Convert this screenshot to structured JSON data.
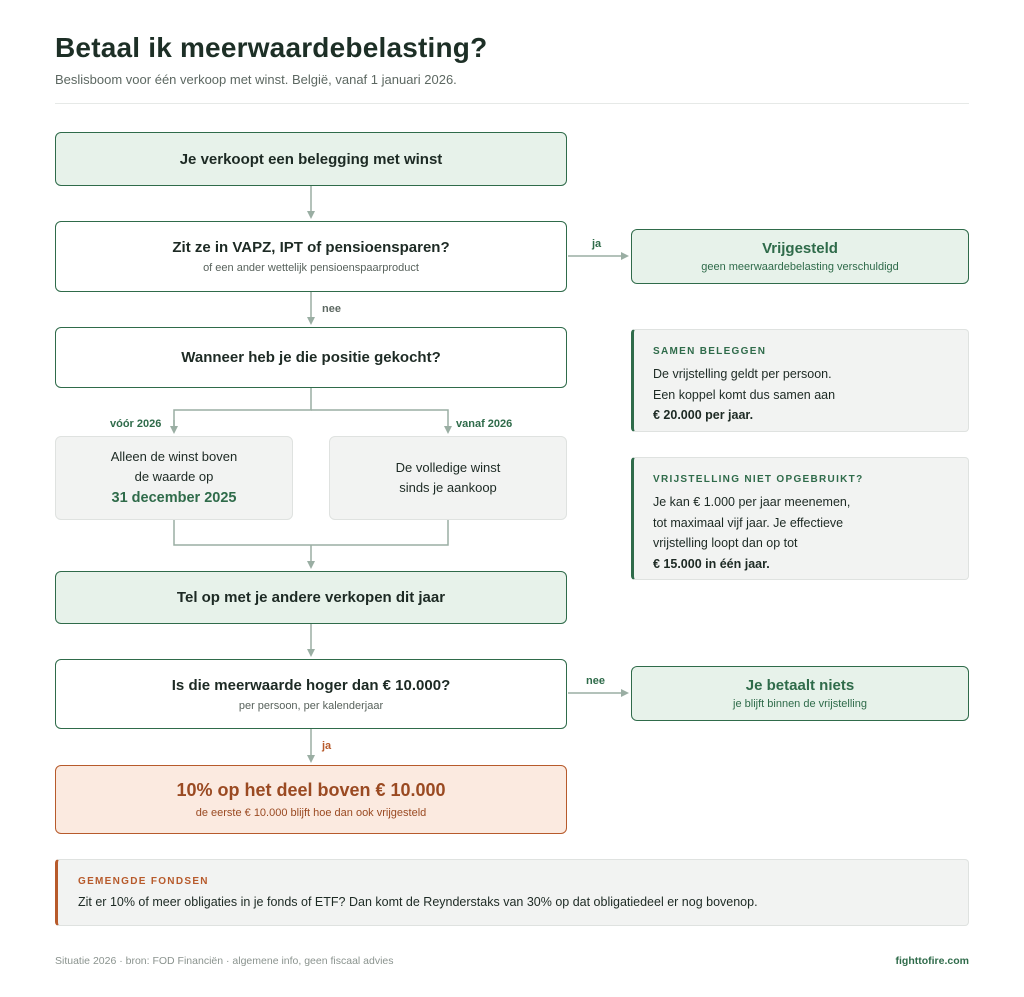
{
  "header": {
    "title": "Betaal ik meerwaardebelasting?",
    "subtitle": "Beslisboom voor één verkoop met winst. België, vanaf 1 januari 2026."
  },
  "flow": {
    "start": "Je verkoopt een belegging met winst",
    "q1": {
      "main": "Zit ze in VAPZ, IPT of pensioensparen?",
      "sub": "of een ander wettelijk pensioenspaarproduct"
    },
    "q1_yes_label": "ja",
    "q1_no_label": "nee",
    "exempt": {
      "main": "Vrijgesteld",
      "sub": "geen meerwaardebelasting verschuldigd"
    },
    "q2": "Wanneer heb je die positie gekocht?",
    "before_label": "vóór 2026",
    "after_label": "vanaf 2026",
    "before_box": {
      "line1": "Alleen de winst boven",
      "line2": "de waarde op",
      "strong": "31 december 2025"
    },
    "after_box": {
      "line1": "De volledige winst",
      "line2": "sinds je aankoop"
    },
    "sum": "Tel op met je andere verkopen dit jaar",
    "q3": {
      "main": "Is die meerwaarde hoger dan € 10.000?",
      "sub": "per persoon, per kalenderjaar"
    },
    "q3_no_label": "nee",
    "q3_yes_label": "ja",
    "nothing": {
      "main": "Je betaalt niets",
      "sub": "je blijft binnen de vrijstelling"
    },
    "tax": {
      "main": "10% op het deel boven € 10.000",
      "sub": "de eerste € 10.000 blijft hoe dan ook vrijgesteld"
    }
  },
  "info1": {
    "title": "SAMEN BELEGGEN",
    "line1": "De vrijstelling geldt per persoon.",
    "line2": "Een koppel komt dus samen aan",
    "strong": "€ 20.000 per jaar."
  },
  "info2": {
    "title": "VRIJSTELLING NIET OPGEBRUIKT?",
    "line1": "Je kan € 1.000 per jaar meenemen,",
    "line2": "tot maximaal vijf jaar. Je effectieve",
    "line3": "vrijstelling loopt dan op tot",
    "strong": "€ 15.000 in één jaar."
  },
  "mixed": {
    "title": "GEMENGDE FONDSEN",
    "text": "Zit er 10% of meer obligaties in je fonds of ETF? Dan komt de Reynderstaks van 30% op dat obligatiedeel er nog bovenop."
  },
  "footer": {
    "left": "Situatie 2026 · bron: FOD Financiën · algemene info, geen fiscaal advies",
    "right": "fighttofire.com"
  },
  "colors": {
    "green": "#2f6b4a",
    "connector": "#9aaea3",
    "orange": "#b75a2b"
  }
}
